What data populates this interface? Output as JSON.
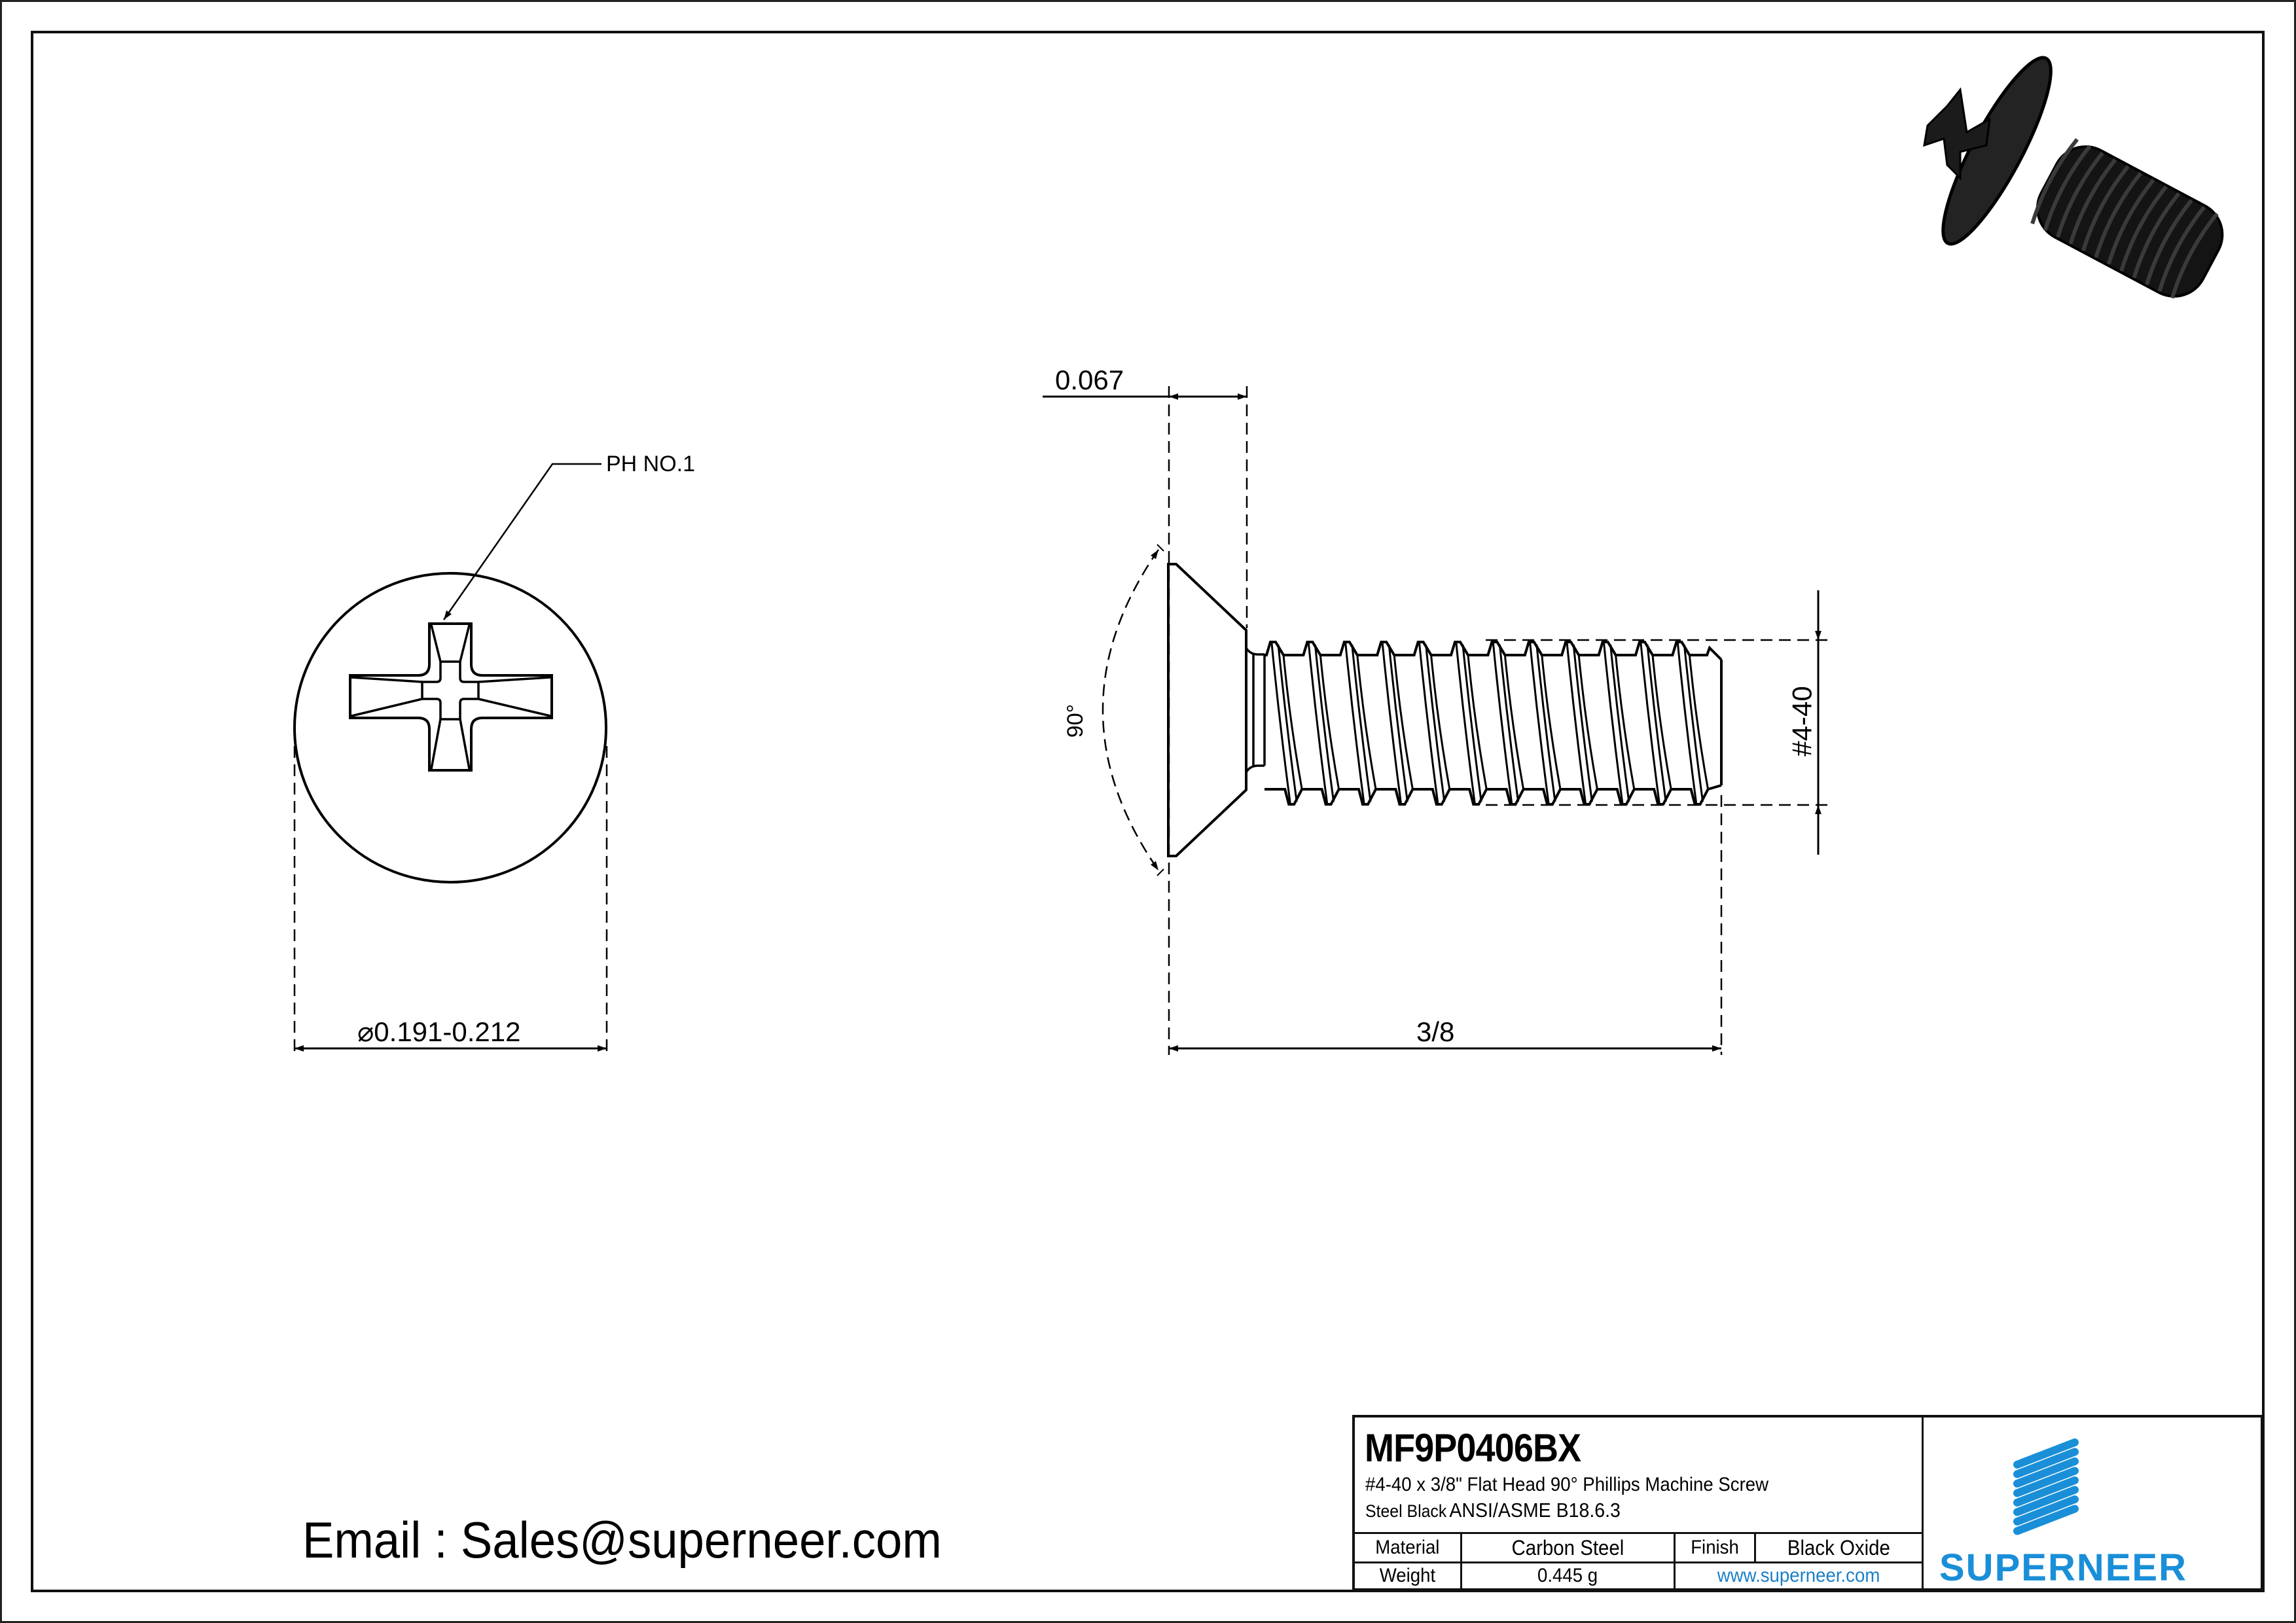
{
  "drawing": {
    "front_view": {
      "recess_callout": "PH NO.1",
      "head_diameter_symbol": "⌀",
      "head_diameter": "0.191-0.212"
    },
    "side_view": {
      "head_height": "0.067",
      "head_angle": "90°",
      "length": "3/8",
      "thread_size": "#4-40",
      "thread_crest_count": 12
    },
    "iso_view": {
      "description": "3D render of black oxide flat head Phillips screw",
      "color": "#1e1e1e"
    }
  },
  "contact": {
    "email_line": "Email : Sales@superneer.com"
  },
  "title_block": {
    "part_number": "MF9P0406BX",
    "description_line1": "#4-40 x 3/8\" Flat Head 90°  Phillips Machine Screw",
    "description_line2_prefix": "Steel Black",
    "description_line2_standard": "ANSI/ASME B18.6.3",
    "rows": [
      {
        "label": "Material",
        "value": "Carbon Steel",
        "label2": "Finish",
        "value2": "Black Oxide"
      },
      {
        "label": "Weight",
        "value": "0.445 g",
        "link": "www.superneer.com"
      }
    ],
    "logo": {
      "wordmark": "SUPERNEER",
      "color": "#1a8fd8",
      "stripe_count": 8
    }
  },
  "colors": {
    "line": "#000000",
    "background": "#ffffff",
    "brand": "#1a8fd8",
    "link": "#1a7fc8"
  }
}
